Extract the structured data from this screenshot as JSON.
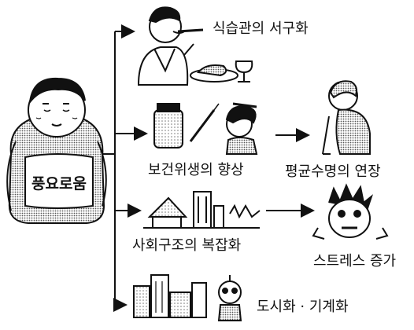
{
  "center": {
    "shirt_text": "풍요로움",
    "icon": "prosperous-man-icon"
  },
  "branches": [
    {
      "label": "식습관의 서구화",
      "icon": "man-eating-steak-icon"
    },
    {
      "label": "보건위생의 향상",
      "icon": "medicine-jar-syringe-nurse-icon"
    },
    {
      "label": "사회구조의 복잡화",
      "icon": "complex-town-icon"
    },
    {
      "label": "도시화 · 기계화",
      "icon": "city-robot-icon"
    }
  ],
  "results": [
    {
      "label": "평균수명의 연장",
      "icon": "elderly-person-with-cane-icon"
    },
    {
      "label": "스트레스 증가",
      "icon": "stressed-man-icon"
    }
  ]
}
